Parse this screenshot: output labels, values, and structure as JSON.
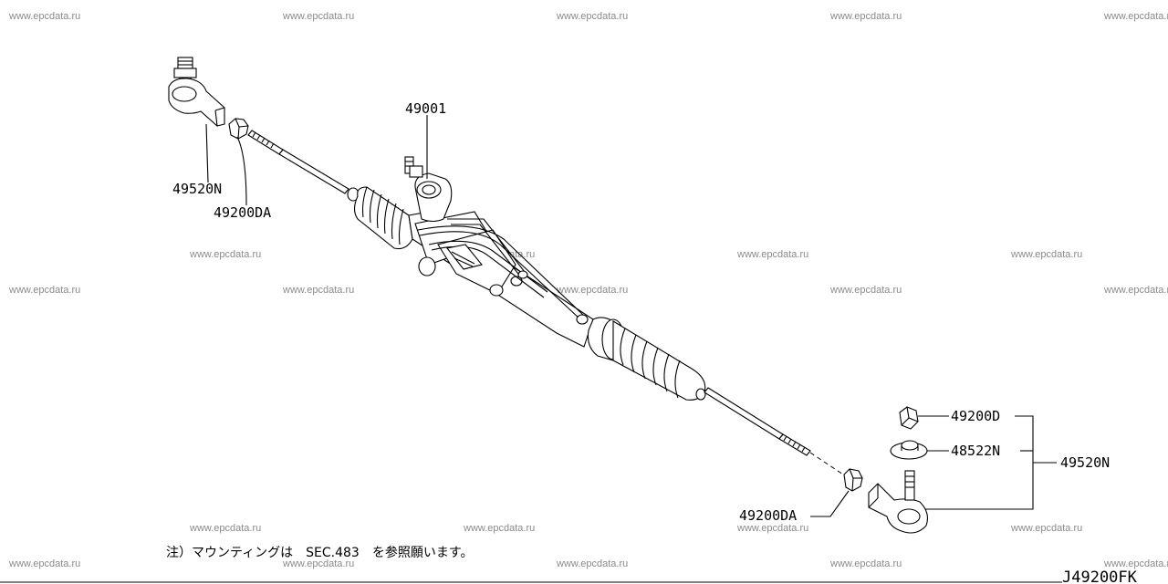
{
  "watermark": "www.epcdata.ru",
  "labels": {
    "rack_assembly": "49001",
    "tie_rod_end_left": "49520N",
    "lock_nut_left": "49200DA",
    "lock_nut_right": "49200DA",
    "nut_right": "49200D",
    "boot_right": "48522N",
    "tie_rod_end_right": "49520N"
  },
  "note": "注）マウンティングは　SEC.483　を参照願います。",
  "drawing_code": "J49200FK"
}
